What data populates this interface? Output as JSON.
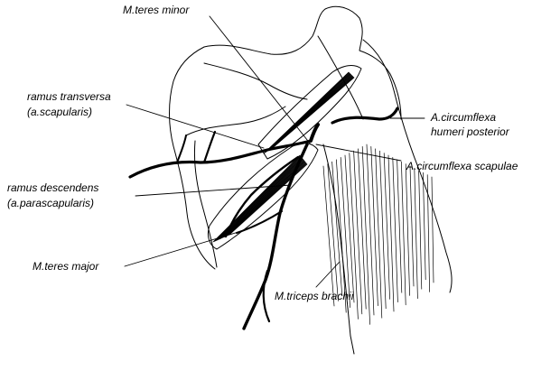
{
  "colors": {
    "background": "#ffffff",
    "ink": "#000000"
  },
  "labels": {
    "teres_minor": "M.teres minor",
    "ramus_transversa_1": "ramus transversa",
    "ramus_transversa_2": "(a.scapularis)",
    "circumflexa_humeri_1": "A.circumflexa",
    "circumflexa_humeri_2": "humeri posterior",
    "circumflexa_scapulae": "A.circumflexa scapulae",
    "ramus_descendens_1": "ramus descendens",
    "ramus_descendens_2": "(a.parascapularis)",
    "teres_major": "M.teres major",
    "triceps_brachii": "M.triceps brachii"
  }
}
